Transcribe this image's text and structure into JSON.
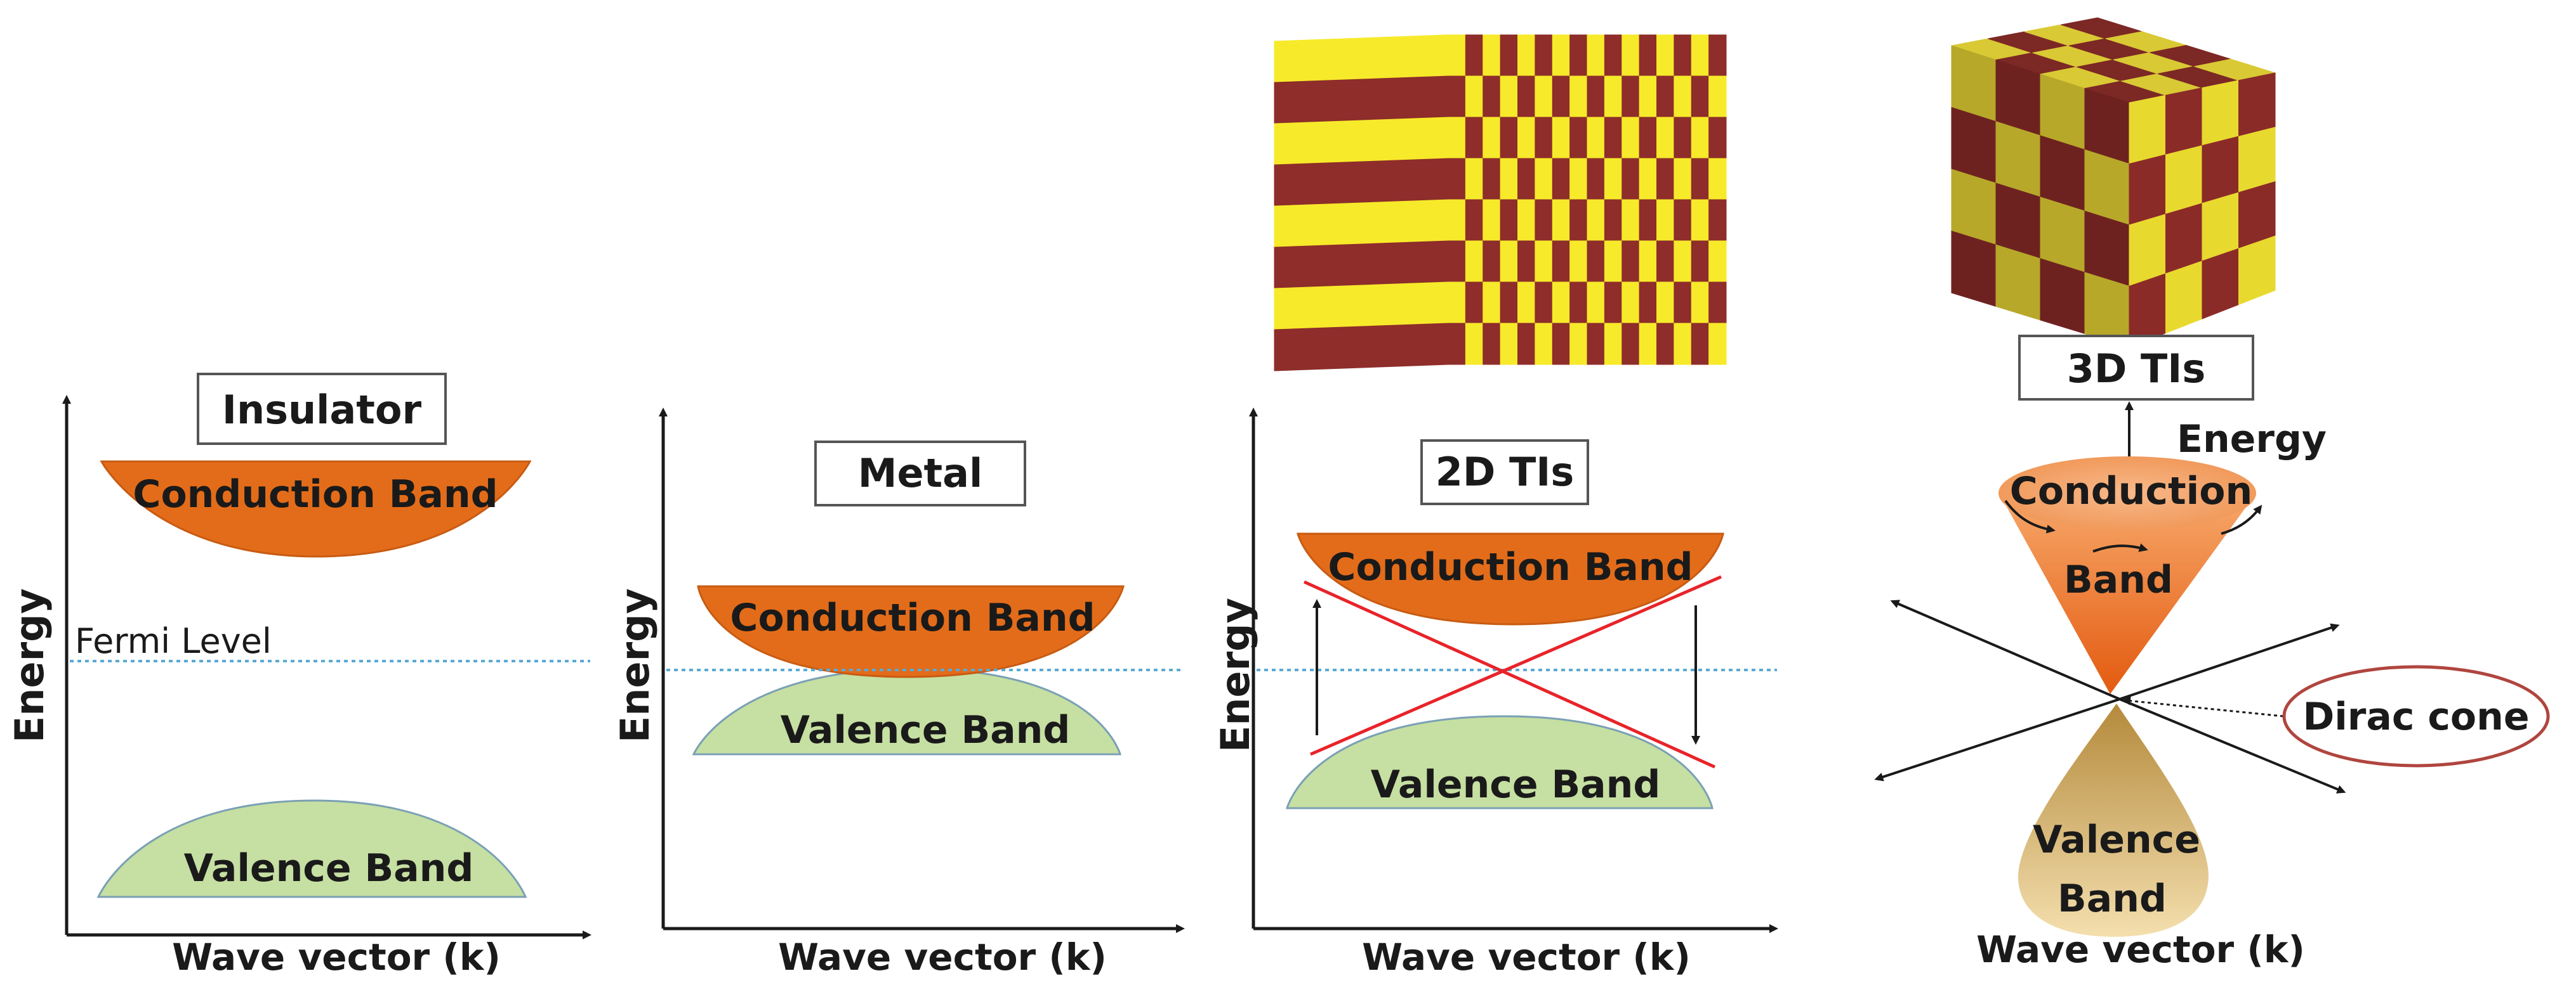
{
  "panels": {
    "insulator": {
      "title": "Insulator",
      "y_axis": "Energy",
      "x_axis": "Wave vector (k)",
      "fermi_label": "Fermi Level",
      "conduction": "Conduction Band",
      "valence": "Valence Band"
    },
    "metal": {
      "title": "Metal",
      "y_axis": "Energy",
      "x_axis": "Wave vector (k)",
      "conduction": "Conduction Band",
      "valence": "Valence Band"
    },
    "ti2d": {
      "title": "2D TIs",
      "y_axis": "Energy",
      "x_axis": "Wave vector (k)",
      "conduction": "Conduction Band",
      "valence": "Valence Band"
    },
    "ti3d": {
      "title": "3D TIs",
      "energy": "Energy",
      "conduction_1": "Conduction",
      "conduction_2": "Band",
      "valence_1": "Valence",
      "valence_2": "Band",
      "dirac": "Dirac cone",
      "x_axis": "Wave vector (k)"
    }
  },
  "colors": {
    "conduction": "#e36c1a",
    "valence": "#c6dfa2",
    "fermi": "#5aa9d6",
    "cross": "#e8242a",
    "stripe_a": "#f7ea2a",
    "stripe_b": "#8e2d2a",
    "dirac_ring": "#b0453f"
  }
}
